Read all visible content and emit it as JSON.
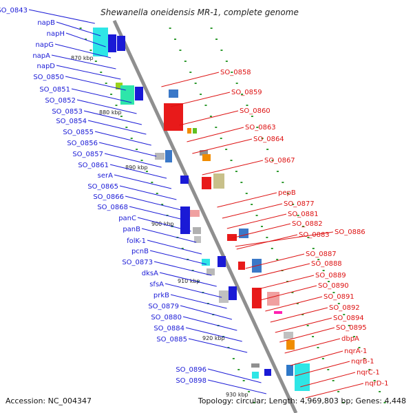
{
  "title": "Shewanella oneidensis MR-1, complete genome",
  "accession": "Accession: NC_004347",
  "topology": "Topology: circular; Length: 4,969,803 bp; Genes: 4,448",
  "colors": {
    "left_label": "#1a1ad6",
    "right_label": "#dd1111",
    "backbone": "#8f8f8f",
    "tick": "#2f9a2f"
  },
  "scale_labels": [
    "870 kbp",
    "880 kbp",
    "890 kbp",
    "900 kbp",
    "910 kbp",
    "920 kbp",
    "930 kbp"
  ],
  "left_genes": [
    "SO_0843",
    "napB",
    "napH",
    "napG",
    "napA",
    "napD",
    "SO_0850",
    "SO_0851",
    "SO_0852",
    "SO_0853",
    "SO_0854",
    "SO_0855",
    "SO_0856",
    "SO_0857",
    "SO_0861",
    "serA",
    "SO_0865",
    "SO_0866",
    "SO_0868",
    "panC",
    "panB",
    "folK-1",
    "pcnB",
    "SO_0873",
    "dksA",
    "sfsA",
    "prkB",
    "SO_0879",
    "SO_0880",
    "SO_0884",
    "SO_0885",
    "SO_0896",
    "SO_0898"
  ],
  "right_genes": [
    "SO_0858",
    "SO_0859",
    "SO_0860",
    "SO_0863",
    "SO_0864",
    "SO_0867",
    "pepB",
    "SO_0877",
    "SO_0881",
    "SO_0882",
    "SO_0883",
    "SO_0886",
    "SO_0887",
    "SO_0888",
    "SO_0889",
    "SO_0890",
    "SO_0891",
    "SO_0892",
    "SO_0894",
    "SO_0895",
    "dbpA",
    "nqrA-1",
    "nqrB-1",
    "nqrC-1",
    "nqrD-1"
  ]
}
